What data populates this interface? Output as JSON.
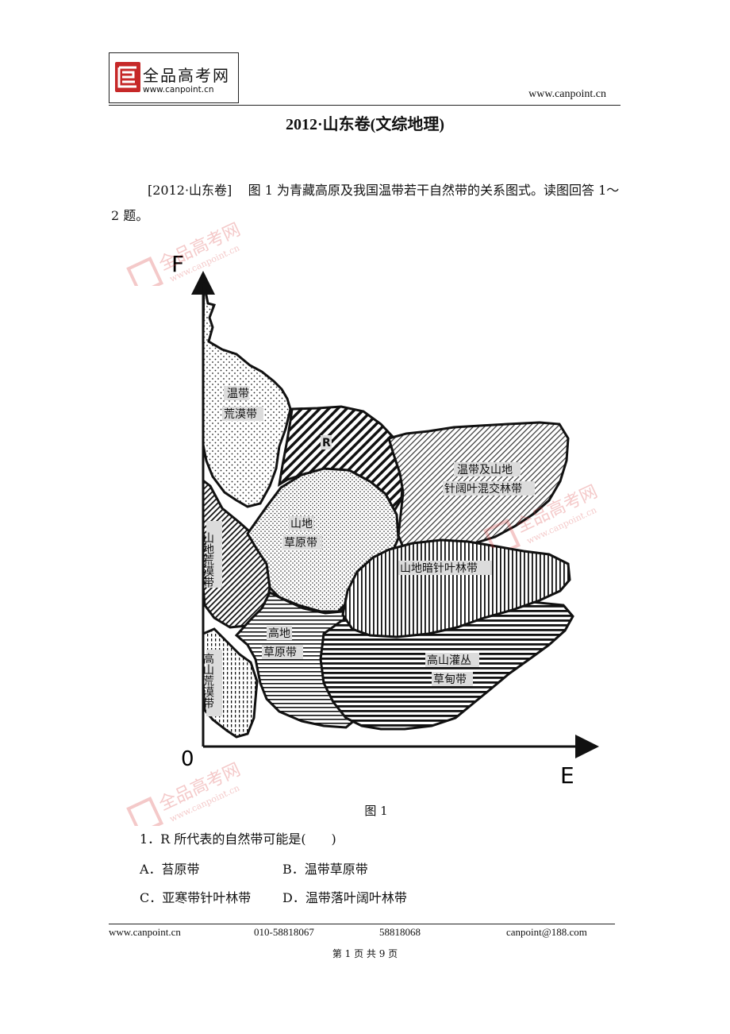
{
  "header": {
    "logo_cn": "全品高考网",
    "logo_url": "www.canpoint.cn",
    "site_url": "www.canpoint.cn"
  },
  "title": "2012·山东卷(文综地理)",
  "intro": {
    "source": "[2012·山东卷]",
    "text": "图 1 为青藏高原及我国温带若干自然带的关系图式。读图回答 1～2 题。"
  },
  "figure": {
    "y_axis_label": "F",
    "x_axis_label": "E",
    "origin_label": "0",
    "zones": {
      "temperate_desert": [
        "温带",
        "荒漠带"
      ],
      "r_zone": "R",
      "mixed_forest": [
        "温带及山地",
        "针阔叶混交林带"
      ],
      "mountain_grassland": [
        "山地",
        "草原带"
      ],
      "mountain_desert": "山地荒漠带",
      "dark_conifer": "山地暗针叶林带",
      "highland_grassland": [
        "高地",
        "草原带"
      ],
      "alpine_shrub": [
        "高山灌丛",
        "草甸带"
      ],
      "alpine_desert": "高山荒漠带"
    },
    "caption": "图 1"
  },
  "question": {
    "stem": "1．R 所代表的自然带可能是(　　)",
    "options": {
      "A": "A．苔原带",
      "B": "B．温带草原带",
      "C": "C．亚寒带针叶林带",
      "D": "D．温带落叶阔叶林带"
    }
  },
  "footer": {
    "url": "www.canpoint.cn",
    "phone1": "010-58818067",
    "phone2": "58818068",
    "email": "canpoint@188.com",
    "page": "第 1 页 共 9 页"
  },
  "watermark": {
    "text_cn": "全品高考网",
    "text_url": "www.canpoint.cn",
    "color": "#d94040"
  }
}
